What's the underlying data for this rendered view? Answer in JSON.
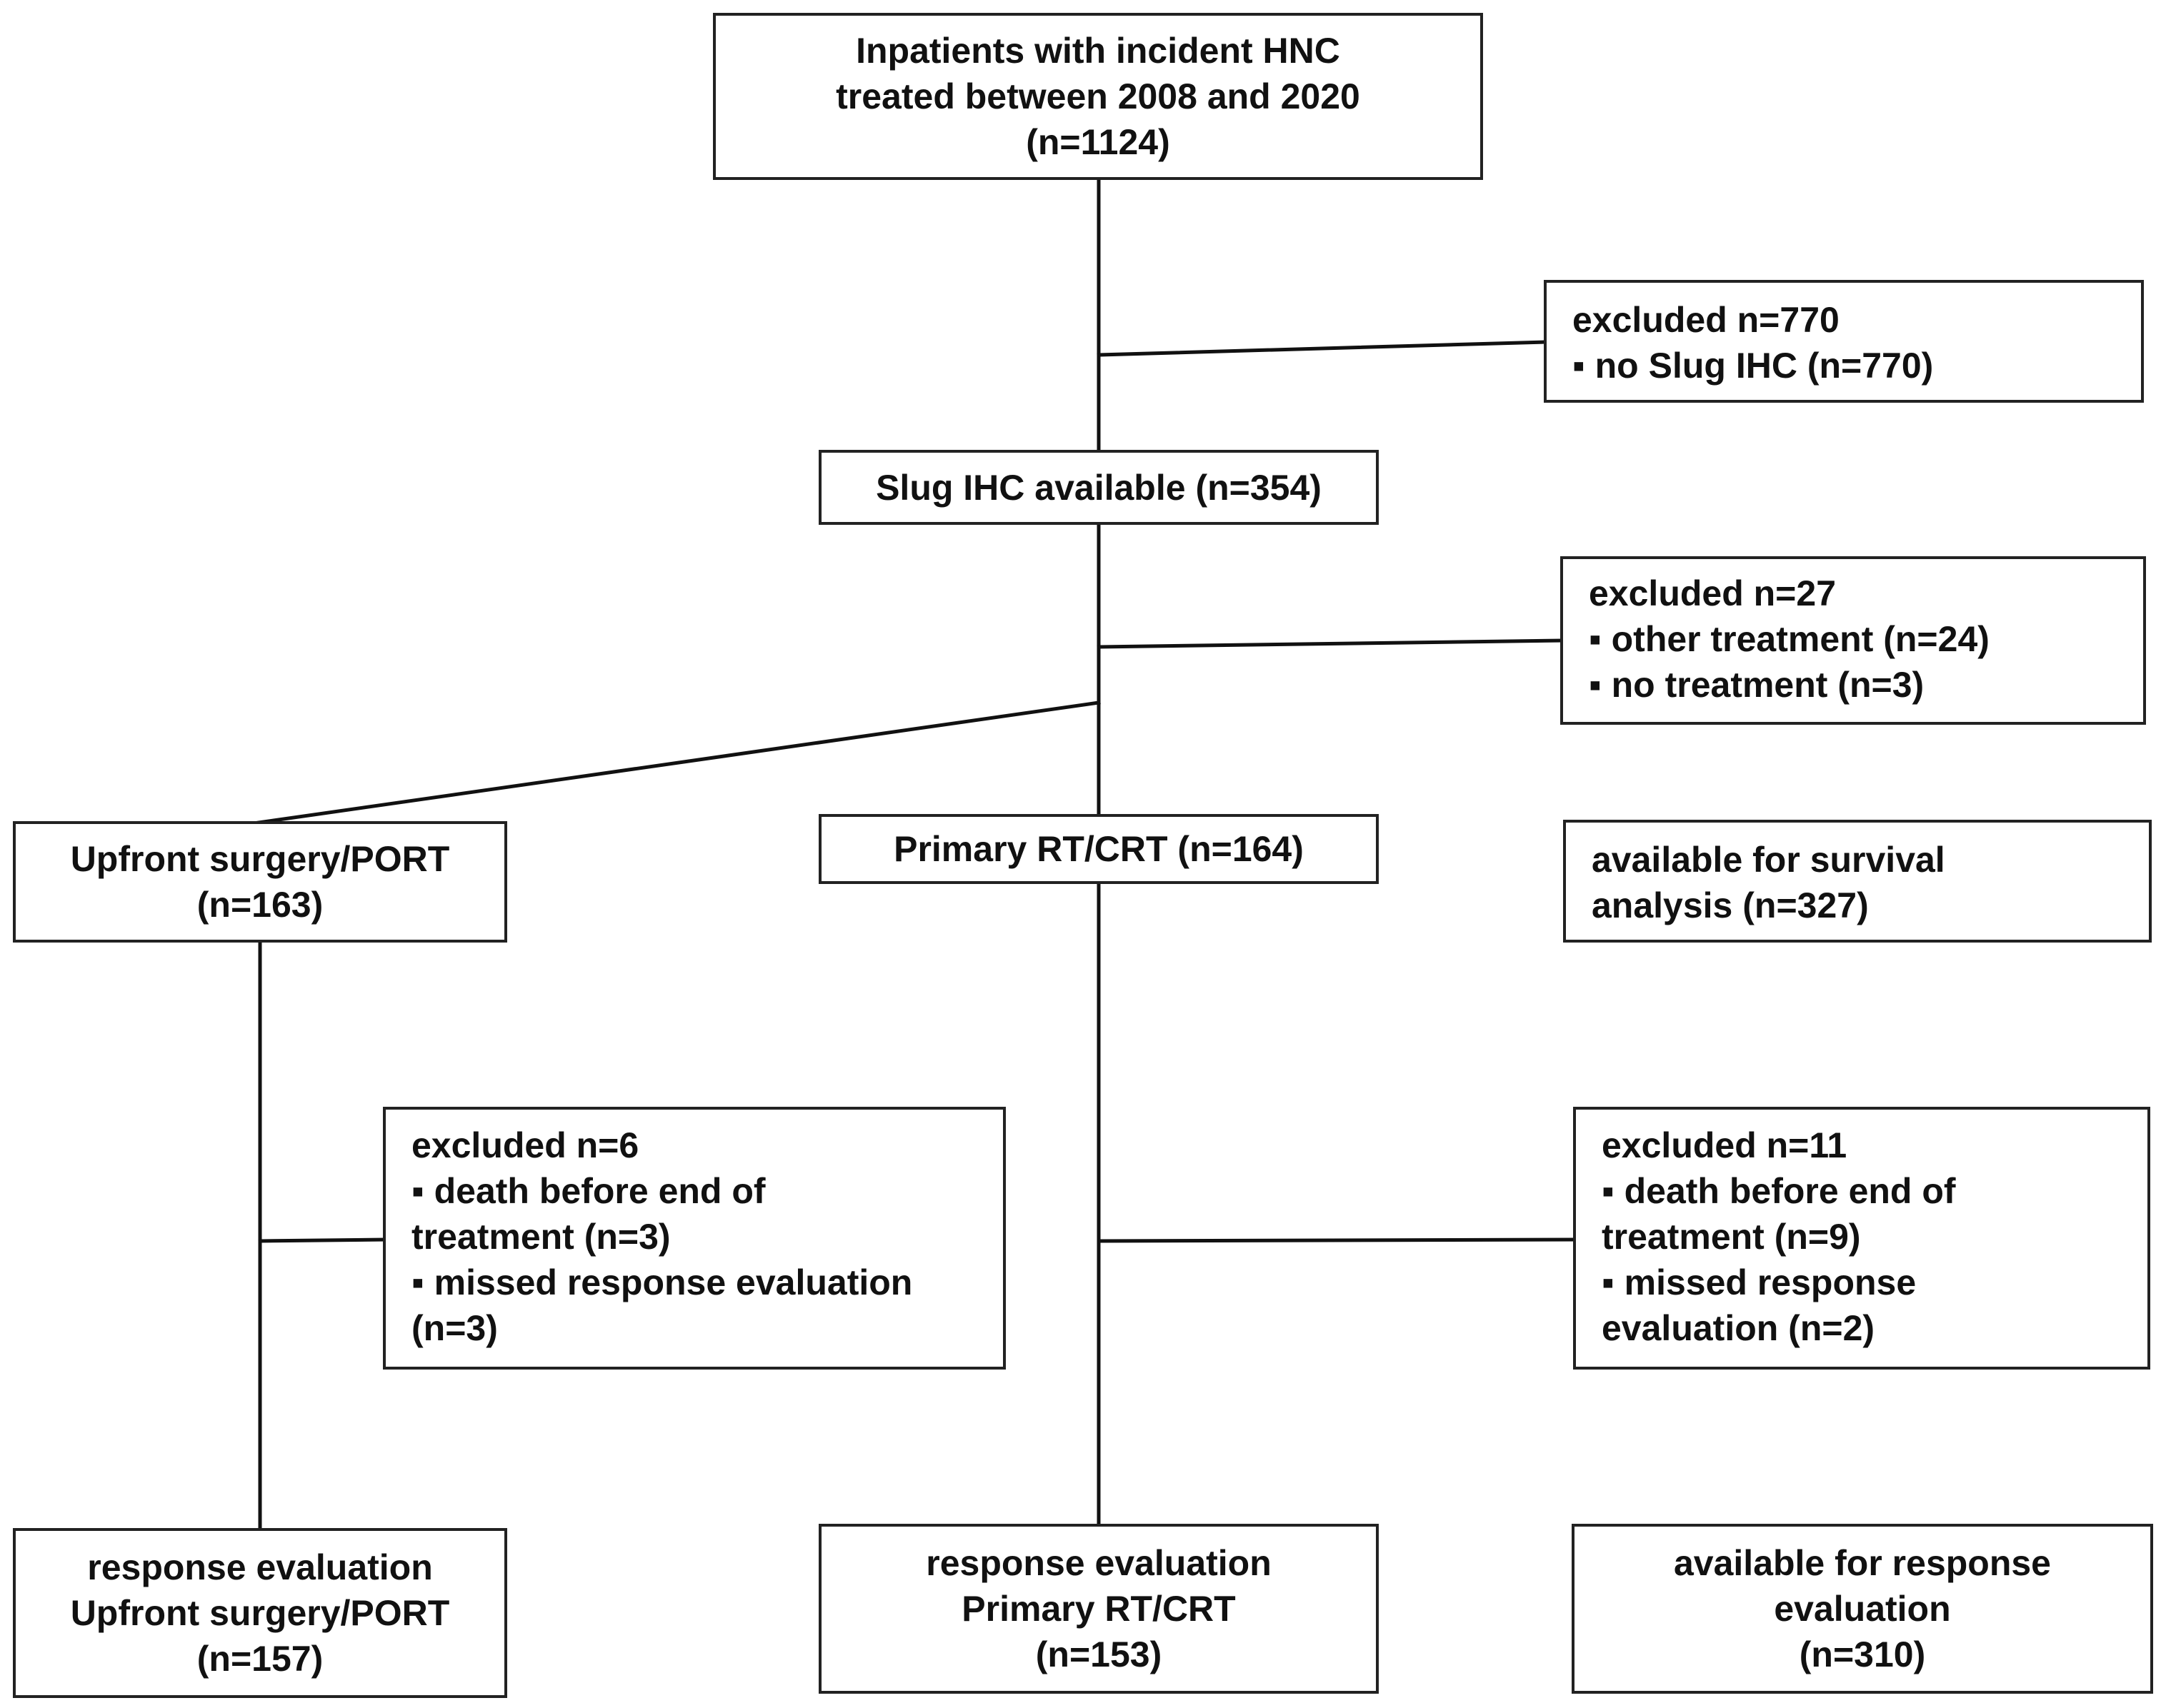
{
  "boxes": {
    "inpatients": {
      "line1": "Inpatients with incident HNC",
      "line2": "treated between 2008 and 2020",
      "line3": "(n=1124)"
    },
    "excluded_770": {
      "title": "excluded n=770",
      "items": [
        "no Slug IHC (n=770)"
      ]
    },
    "slug_available": {
      "label": "Slug IHC available (n=354)"
    },
    "excluded_27": {
      "title": "excluded n=27",
      "items": [
        "other treatment (n=24)",
        "no treatment (n=3)"
      ]
    },
    "upfront_surgery": {
      "line1": "Upfront surgery/PORT",
      "line2": "(n=163)"
    },
    "primary_rt": {
      "label": "Primary RT/CRT (n=164)"
    },
    "survival": {
      "line1": "available for survival",
      "line2": "analysis (n=327)"
    },
    "excluded_6": {
      "title": "excluded n=6",
      "item1_line1": "death before end of",
      "item1_line2": "treatment  (n=3)",
      "item2_line1": "missed response evaluation",
      "item2_line2": "(n=3)"
    },
    "excluded_11": {
      "title": "excluded n=11",
      "item1_line1": "death before end of",
      "item1_line2": "treatment  (n=9)",
      "item2_line1": "missed response",
      "item2_line2": "evaluation (n=2)"
    },
    "resp_upfront": {
      "line1": "response evaluation",
      "line2": "Upfront surgery/PORT",
      "line3": "(n=157)"
    },
    "resp_primary": {
      "line1": "response evaluation",
      "line2": "Primary RT/CRT",
      "line3": "(n=153)"
    },
    "resp_available": {
      "line1": "available for response",
      "line2": "evaluation",
      "line3": "(n=310)"
    }
  },
  "colors": {
    "line": "#111111",
    "border": "#222222",
    "text": "#111111"
  }
}
